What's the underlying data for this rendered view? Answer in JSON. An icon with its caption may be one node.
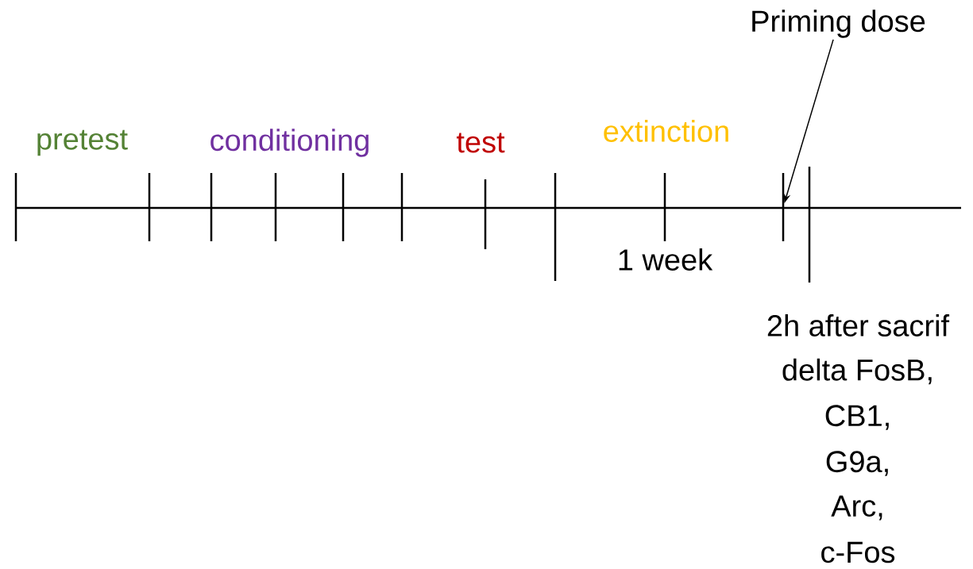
{
  "diagram": {
    "nodes": [
      {
        "text": [
          "Priming dose"
        ]
      },
      {
        "text": [],
        "shape": "bar"
      }
    ],
    "edges": [
      {
        "from": 0,
        "to": 1,
        "arrow": "to"
      }
    ],
    "labels": [
      "pretest",
      "conditioning",
      "test",
      "extinction",
      "1 week",
      "2h after sacrif",
      "delta FosB,",
      "CB1,",
      "G9a,",
      "Arc,",
      "c-Fos"
    ]
  }
}
